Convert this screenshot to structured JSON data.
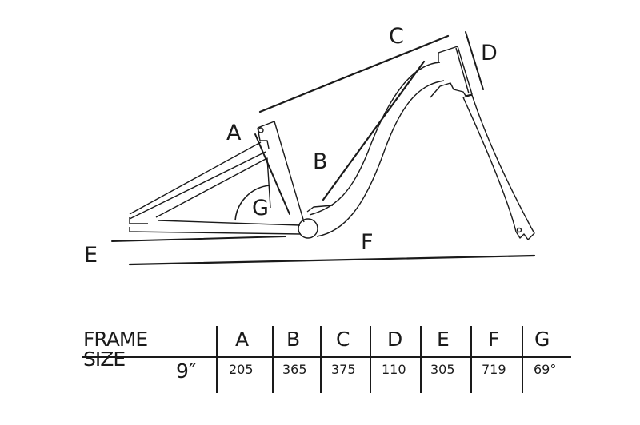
{
  "diagram": {
    "labels": {
      "A": "A",
      "B": "B",
      "C": "C",
      "D": "D",
      "E": "E",
      "F": "F",
      "G": "G"
    }
  },
  "table": {
    "header_label": "FRAME SIZE",
    "columns": [
      "A",
      "B",
      "C",
      "D",
      "E",
      "F",
      "G"
    ],
    "row_label": "9″",
    "values": [
      "205",
      "365",
      "375",
      "110",
      "305",
      "719",
      "69°"
    ]
  }
}
